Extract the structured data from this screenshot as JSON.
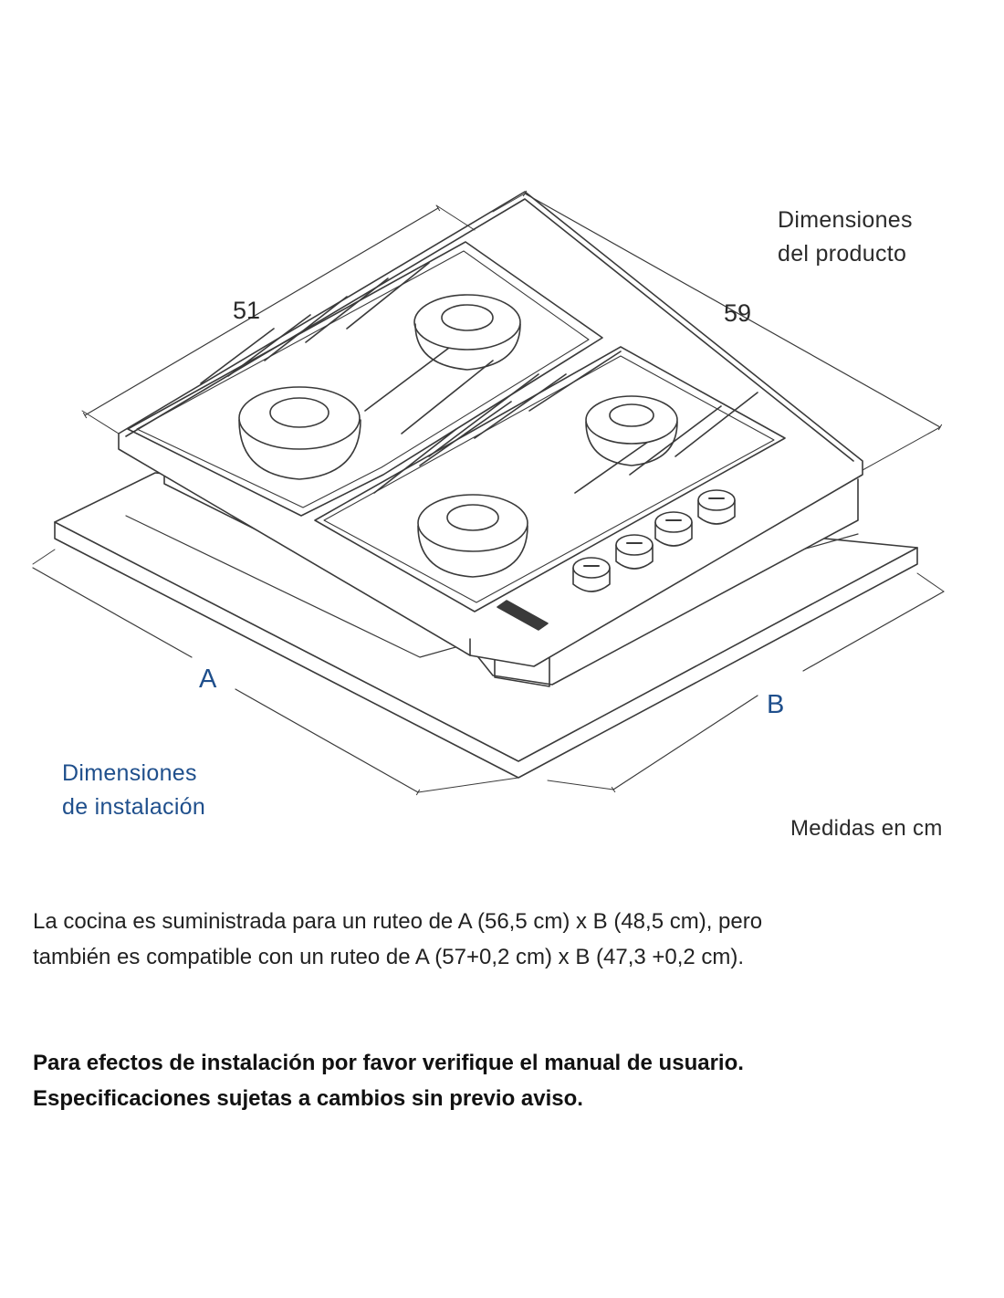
{
  "product_label": {
    "line1": "Dimensiones",
    "line2": "del producto"
  },
  "installation_label": {
    "line1": "Dimensiones",
    "line2": "de instalación"
  },
  "dimensions": {
    "width": "51",
    "depth": "59",
    "cutout_a": "A",
    "cutout_b": "B"
  },
  "units_note": "Medidas en cm",
  "routing_note": {
    "line1": "La cocina es suministrada para un ruteo de A (56,5 cm) x B (48,5 cm), pero",
    "line2": "también es compatible con un ruteo de A (57+0,2 cm) x B (47,3 +0,2 cm)."
  },
  "legal_note": {
    "line1": "Para efectos de instalación por favor verifique el manual de usuario.",
    "line2": "Especificaciones sujetas a cambios sin previo aviso."
  },
  "colors": {
    "line": "#3a3a3a",
    "accent_blue": "#1f4f8c"
  },
  "icons": [
    "gas-hob-illustration",
    "burner-icon",
    "knob-icon"
  ]
}
